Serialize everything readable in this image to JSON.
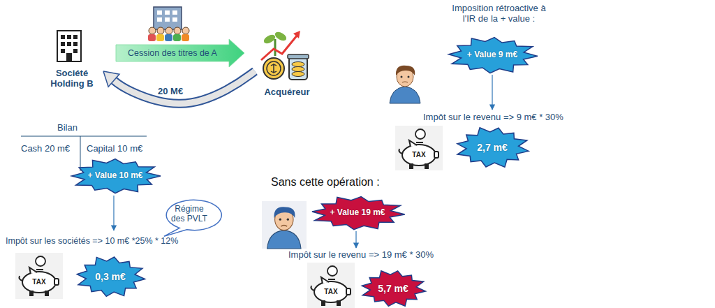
{
  "diagram": {
    "nodes": [
      {
        "text": [
          "Société Holding B"
        ]
      },
      {
        "text": [
          "Acquéreur"
        ]
      },
      {
        "text": [
          "+ Value 10 m€"
        ]
      },
      {
        "text": [
          "Régime des PVLT"
        ]
      },
      {
        "text": [
          "0,3 m€"
        ]
      },
      {
        "text": [
          "+ Value 9 m€"
        ]
      },
      {
        "text": [
          "2,7 m€"
        ]
      },
      {
        "text": [
          "+ Value 19 m€"
        ]
      },
      {
        "text": [
          "5,7 m€"
        ]
      }
    ],
    "edges": [
      {
        "from": 0,
        "to": 1,
        "label": "Cession des titres de A",
        "arrow": "to"
      },
      {
        "from": 1,
        "to": 0,
        "label": "20 M€",
        "arrow": "to"
      }
    ],
    "labels": [
      "Imposition rétroactive à l'IR de la + value :",
      "Bilan",
      "Cash 20 m€",
      "Capital 10 m€",
      "Impôt sur le revenu => 9 m€ * 30%",
      "TAX",
      "Sans cette opération :",
      "Impôt sur les sociétés => 10 m€ *25% * 12%",
      "Impôt sur le revenu => 19 m€ * 30%",
      "TAX",
      "TAX"
    ]
  }
}
